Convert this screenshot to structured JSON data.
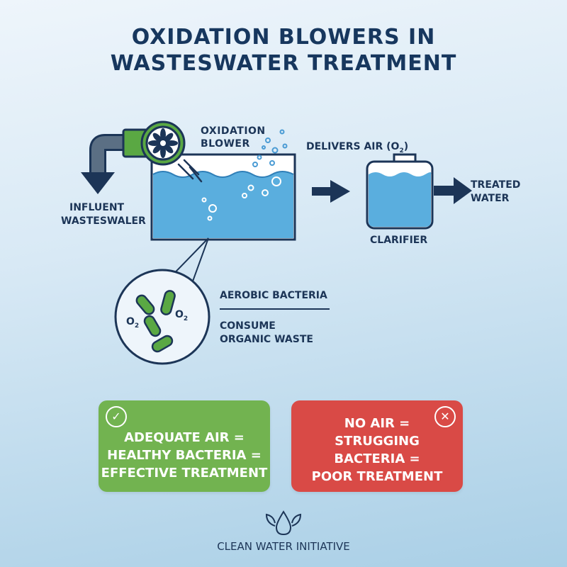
{
  "title": {
    "line1": "OXIDATION BLOWERS IN",
    "line2": "WASTESWATER TREATMENT"
  },
  "diagram": {
    "blower_label_line1": "OXIDATION",
    "blower_label_line2": "BLOWER",
    "delivers_air": "DELIVERS AIR (O",
    "delivers_air_sub": "2",
    "delivers_air_close": ")",
    "influent_line1": "INFLUENT",
    "influent_line2": "WASTESWALER",
    "treated_line1": "TREATED",
    "treated_line2": "WATER",
    "clarifier": "CLARIFIER",
    "bacteria_title": "AEROBIC BACTERIA",
    "bacteria_desc_line1": "CONSUME",
    "bacteria_desc_line2": "ORGANIC WASTE",
    "o2_text": "O",
    "o2_sub": "2"
  },
  "cards": {
    "good": {
      "line1": "ADEQUATE AIR =",
      "line2": "HEALTHY BACTERIA =",
      "line3": "EFFECTIVE TREATMENT",
      "icon": "check-icon",
      "color": "#72b350"
    },
    "bad": {
      "line1": "NO AIR =",
      "line2": "STRUGGING",
      "line3": "BACTERIA =",
      "line4": "POOR TREATMENT",
      "icon": "close-icon",
      "color": "#d94a46"
    }
  },
  "footer": {
    "org": "CLEAN WATER INITIATIVE",
    "icon": "water-drop-leaves-icon"
  },
  "colors": {
    "navy": "#17375e",
    "water": "#5aaede",
    "blower_green": "#5aa843"
  }
}
